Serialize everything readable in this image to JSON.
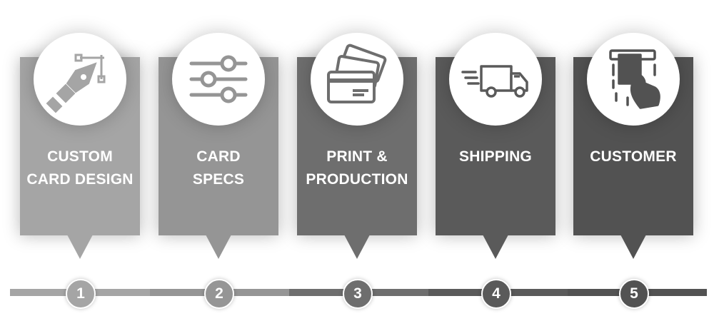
{
  "steps": [
    {
      "line1": "CUSTOM",
      "line2": "CARD DESIGN",
      "number": "1",
      "color": "#a5a5a5",
      "icon": "pen-tool-icon"
    },
    {
      "line1": "CARD",
      "line2": "SPECS",
      "number": "2",
      "color": "#959595",
      "icon": "sliders-icon"
    },
    {
      "line1": "PRINT &",
      "line2": "PRODUCTION",
      "number": "3",
      "color": "#6e6e6e",
      "icon": "cards-icon"
    },
    {
      "line1": "SHIPPING",
      "line2": "",
      "number": "4",
      "color": "#5a5a5a",
      "icon": "truck-icon"
    },
    {
      "line1": "CUSTOMER",
      "line2": "",
      "number": "5",
      "color": "#525252",
      "icon": "hand-card-icon"
    }
  ]
}
